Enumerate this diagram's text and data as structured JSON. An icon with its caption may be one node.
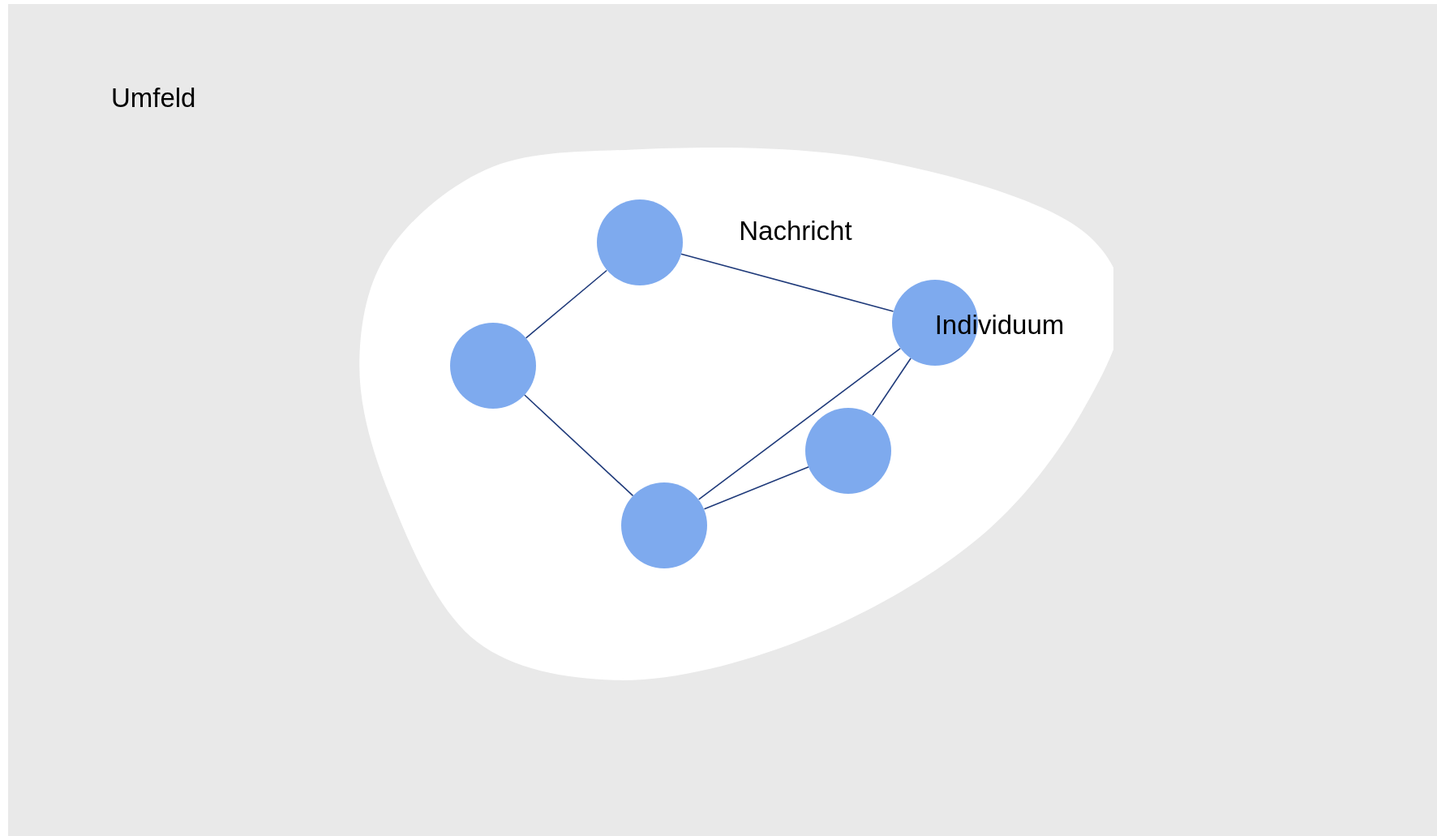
{
  "diagram": {
    "nodes": [
      {
        "text": [
          "Umfeld"
        ]
      },
      {
        "text": [],
        "shape": "blob",
        "in": 0
      },
      {
        "text": [],
        "shape": "circle",
        "in": 1
      },
      {
        "text": [],
        "shape": "circle",
        "in": 1
      },
      {
        "text": [],
        "shape": "circle",
        "in": 1,
        "beside": [
          "Individuum"
        ]
      },
      {
        "text": [],
        "shape": "circle",
        "in": 1
      },
      {
        "text": [],
        "shape": "circle",
        "in": 1
      }
    ],
    "edges": [
      {
        "from": 2,
        "to": 3,
        "arrow": "none"
      },
      {
        "from": 2,
        "to": 4,
        "arrow": "none",
        "label": "Nachricht"
      },
      {
        "from": 3,
        "to": 6,
        "arrow": "none"
      },
      {
        "from": 4,
        "to": 6,
        "arrow": "none"
      },
      {
        "from": 4,
        "to": 5,
        "arrow": "none"
      },
      {
        "from": 5,
        "to": 6,
        "arrow": "none"
      }
    ]
  }
}
